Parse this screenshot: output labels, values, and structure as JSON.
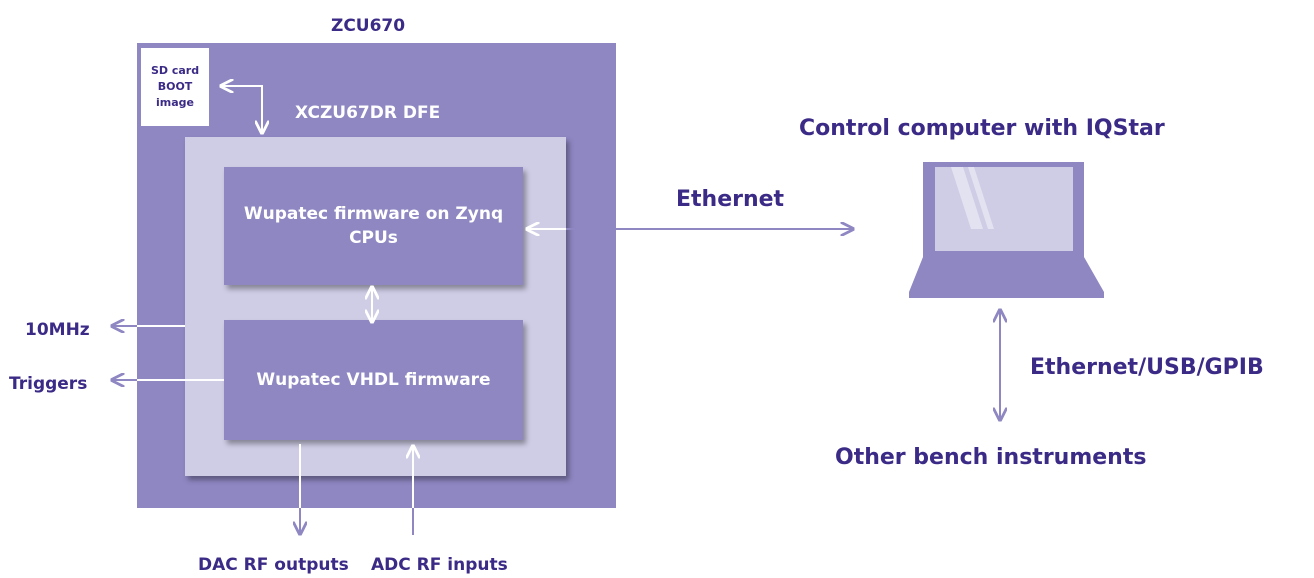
{
  "board": {
    "title": "ZCU670",
    "chip_title": "XCZU67DR DFE",
    "sd_card": [
      "SD card",
      "BOOT",
      "image"
    ],
    "fw_cpu": "Wupatec firmware on Zynq CPUs",
    "fw_vhdl": "Wupatec VHDL firmware"
  },
  "signals": {
    "clock": "10MHz",
    "triggers": "Triggers",
    "dac": "DAC RF outputs",
    "adc": "ADC RF inputs"
  },
  "links": {
    "ethernet": "Ethernet",
    "bench_link": "Ethernet/USB/GPIB"
  },
  "computer": {
    "title": "Control computer with IQStar",
    "laptop_icon": "laptop-icon"
  },
  "instruments": "Other bench instruments",
  "colors": {
    "board": "#8e87c2",
    "chip": "#cfcde6",
    "text": "#3b2a86",
    "white": "#ffffff"
  }
}
